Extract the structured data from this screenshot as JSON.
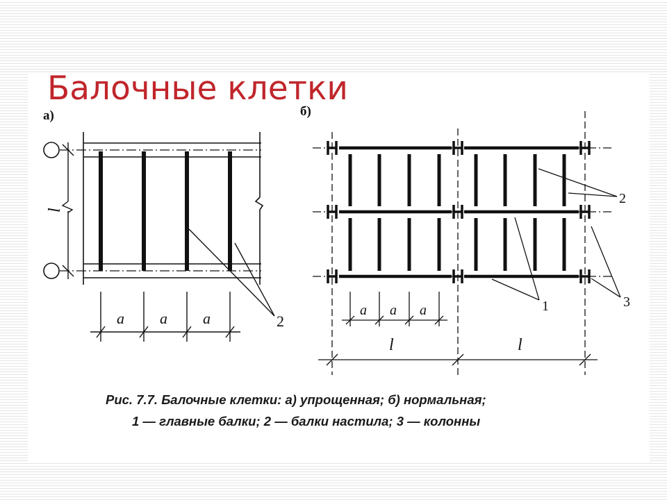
{
  "slide": {
    "title": "Балочные клетки"
  },
  "diagram_a": {
    "label": "а)",
    "span_label": "l",
    "pitch_labels": [
      "a",
      "a",
      "a"
    ],
    "callout": "2"
  },
  "diagram_b": {
    "label": "б)",
    "pitch_labels": [
      "a",
      "a",
      "a"
    ],
    "span_labels": [
      "l",
      "l"
    ],
    "callouts": [
      "1",
      "2",
      "3"
    ]
  },
  "caption": {
    "line1": "Рис. 7.7. Балочные клетки: а) упрощенная; б) нормальная;",
    "line2": "1 — главные балки; 2 — балки настила; 3 — колонны"
  },
  "colors": {
    "title": "#c0262b",
    "ink": "#111111"
  }
}
